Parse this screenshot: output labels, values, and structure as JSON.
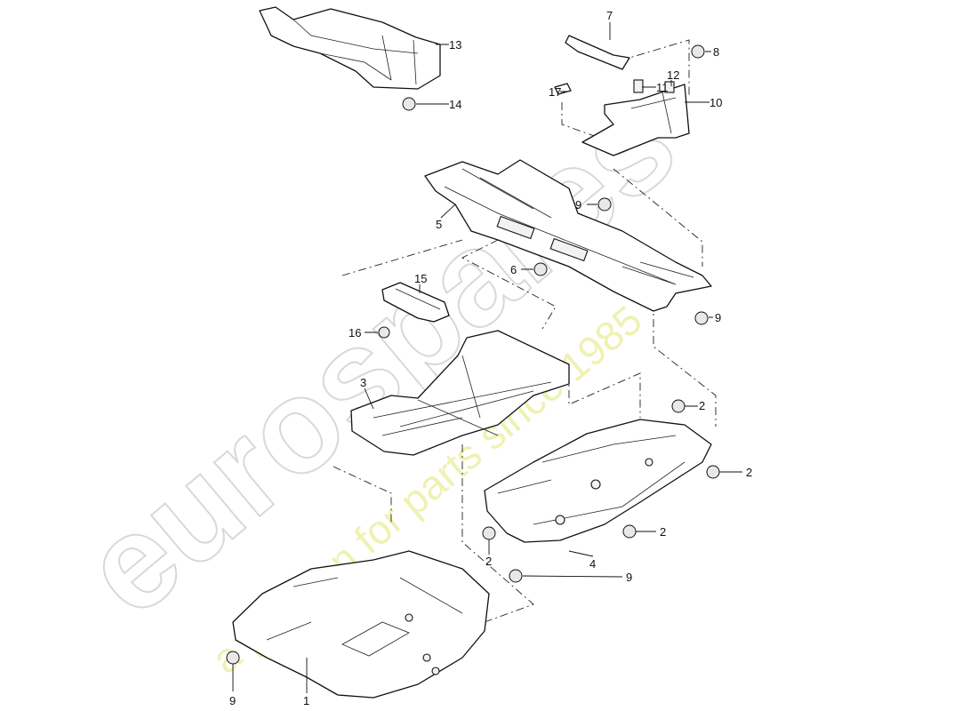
{
  "diagram": {
    "watermark": {
      "brand": "eurospares",
      "tagline": "a passion for parts since 1985"
    },
    "callouts": {
      "c1": "1",
      "c2a": "2",
      "c2b": "2",
      "c2c": "2",
      "c2d": "2",
      "c3": "3",
      "c4": "4",
      "c5": "5",
      "c6": "6",
      "c7": "7",
      "c8": "8",
      "c9a": "9",
      "c9b": "9",
      "c9c": "9",
      "c9d": "9",
      "c10": "10",
      "c11": "11",
      "c12": "12",
      "c13": "13",
      "c14": "14",
      "c15": "15",
      "c16": "16",
      "c17": "17"
    }
  }
}
